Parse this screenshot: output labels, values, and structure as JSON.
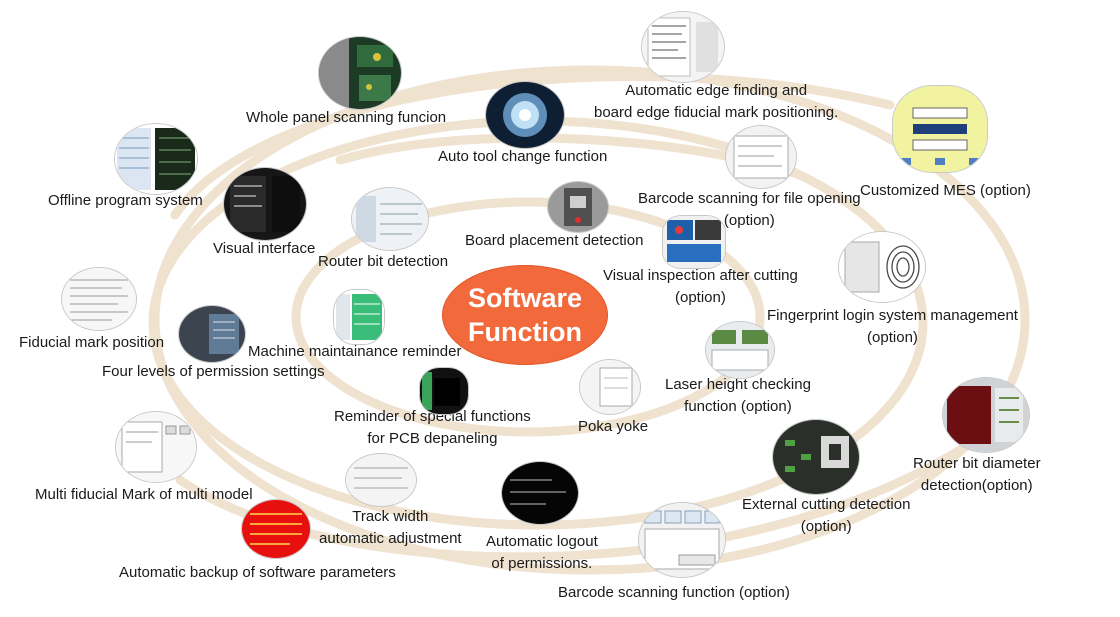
{
  "center": {
    "line1": "Software",
    "line2": "Function"
  },
  "colors": {
    "spiral": "#efe2cf",
    "center": "#f26a3c"
  },
  "features": [
    {
      "text": "Whole panel scanning funcion",
      "icon": "board-photo-icon"
    },
    {
      "text": "Automatic edge finding and",
      "text2": "board edge fiducial mark positioning.",
      "icon": "software-screen-icon"
    },
    {
      "text": "Auto tool change function",
      "icon": "spindle-tool-icon"
    },
    {
      "text": "Customized MES (option)",
      "icon": "mes-diagram-icon"
    },
    {
      "text": "Offline program system",
      "icon": "program-grid-icon"
    },
    {
      "text": "Barcode scanning for file opening",
      "text2": "(option)",
      "icon": "dialog-screen-icon"
    },
    {
      "text": "Visual interface",
      "icon": "dark-interface-icon"
    },
    {
      "text": "Board placement detection",
      "icon": "machine-photo-icon"
    },
    {
      "text": "Router bit detection",
      "icon": "settings-screen-icon"
    },
    {
      "text": "Visual inspection after cutting",
      "text2": "(option)",
      "icon": "camera-view-icon"
    },
    {
      "text": "Fingerprint login system management",
      "text2": "(option)",
      "icon": "fingerprint-icon"
    },
    {
      "text": "Fiducial mark position",
      "icon": "program-list-icon"
    },
    {
      "text": "Machine maintainance reminder",
      "icon": "green-table-icon"
    },
    {
      "text": "Four levels of permission settings",
      "icon": "permission-screen-icon"
    },
    {
      "text": "Laser height checking",
      "text2": "function (option)",
      "icon": "laser-screen-icon"
    },
    {
      "text": "Reminder of special functions",
      "text2": "for PCB depaneling",
      "icon": "reminder-screen-icon"
    },
    {
      "text": "Poka yoke",
      "icon": "poka-yoke-icon"
    },
    {
      "text": "Router bit diameter",
      "text2": "detection(option)",
      "icon": "router-bit-photo-icon"
    },
    {
      "text": "Multi fiducial Mark of multi model",
      "icon": "fiducial-dialog-icon"
    },
    {
      "text": "External cutting detection",
      "text2": "(option)",
      "icon": "cutting-detection-icon"
    },
    {
      "text": "Track width",
      "text2": "automatic adjustment",
      "icon": "track-width-icon"
    },
    {
      "text": "Automatic logout",
      "text2": "of permissions.",
      "icon": "logout-console-icon"
    },
    {
      "text": "Automatic backup of software parameters",
      "icon": "backup-alert-icon"
    },
    {
      "text": "Barcode scanning function (option)",
      "icon": "barcode-panel-icon"
    }
  ]
}
